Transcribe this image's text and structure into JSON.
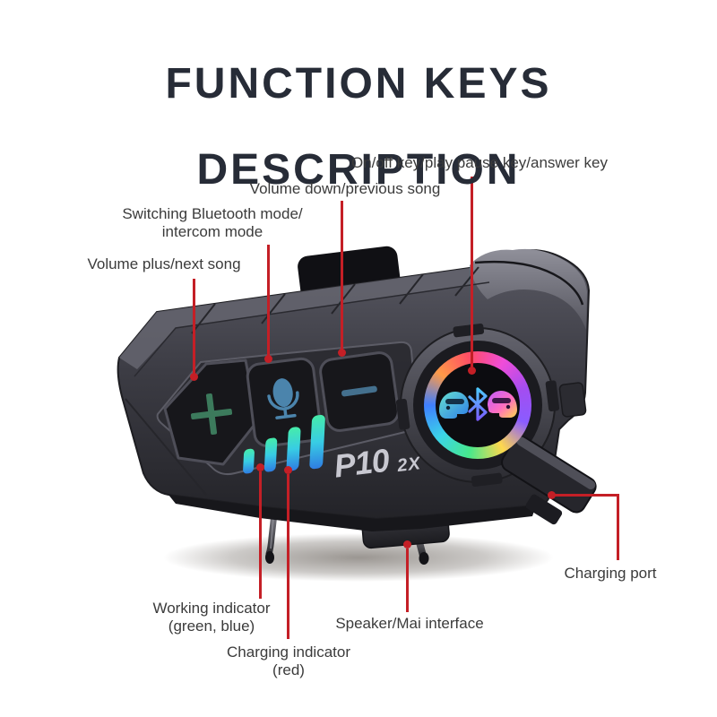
{
  "title": {
    "line1": "FUNCTION KEYS",
    "line2": "DESCRIPTION"
  },
  "annotations": {
    "on_off": {
      "label": "On/off key/play pause key/answer key"
    },
    "volume_down": {
      "label": "Volume down/previous song"
    },
    "switching": {
      "label": "Switching Bluetooth mode/\nintercom mode"
    },
    "volume_plus": {
      "label": "Volume plus/next song"
    },
    "working_indicator": {
      "label": "Working indicator\n(green, blue)"
    },
    "charging_indicator": {
      "label": "Charging indicator\n(red)"
    },
    "speaker": {
      "label": "Speaker/Mai interface"
    },
    "charging_port": {
      "label": "Charging port"
    }
  },
  "device": {
    "logo_main": "P10",
    "logo_sub": "2X",
    "led_bar_count": 4,
    "ring_colors": [
      "#ff4d66",
      "#f04dd8",
      "#a44df0",
      "#8a5cff",
      "#ffd84d",
      "#47e88c",
      "#3bd4e8",
      "#3f7fff",
      "#ff9a47",
      "#ff4d66"
    ],
    "icons": [
      "plus-icon",
      "microphone-icon",
      "minus-icon",
      "led-indicator-bars",
      "helmet-left-icon",
      "bluetooth-icon",
      "helmet-right-icon"
    ]
  },
  "colors": {
    "annotation_red": "#c41f26",
    "label_text": "#3b3b3b",
    "title_text": "#272c37",
    "led_top": "#46ecaa",
    "led_bottom": "#2f7de2"
  }
}
